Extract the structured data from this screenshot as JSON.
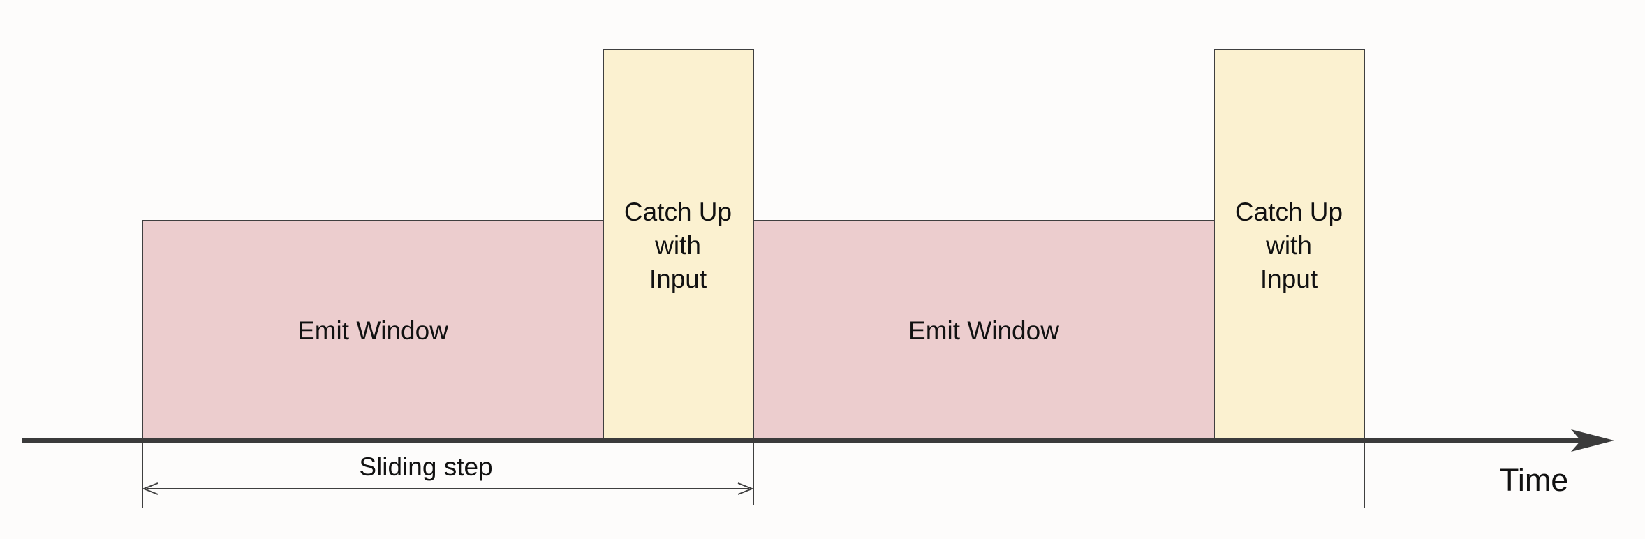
{
  "diagram": {
    "blocks": [
      {
        "label": "Emit Window",
        "kind": "emit"
      },
      {
        "label_lines": [
          "Catch Up",
          "with",
          "Input"
        ],
        "kind": "catchup"
      },
      {
        "label": "Emit Window",
        "kind": "emit"
      },
      {
        "label_lines": [
          "Catch Up",
          "with",
          "Input"
        ],
        "kind": "catchup"
      }
    ],
    "axis_label": "Time",
    "span_label": "Sliding step"
  },
  "colors": {
    "emit_fill": "#eccdce",
    "catchup_fill": "#fbf1d0",
    "stroke": "#3f3f3f",
    "axis": "#3b3b3b",
    "background": "#fdfcfb"
  }
}
